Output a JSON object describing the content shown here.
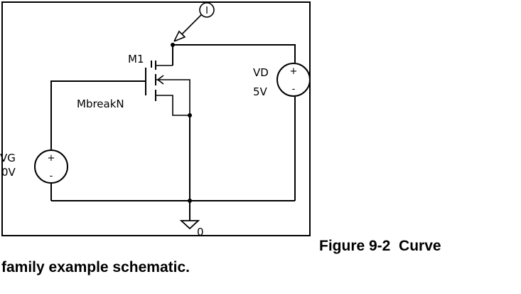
{
  "schematic": {
    "mosfet": {
      "refdes": "M1",
      "model": "MbreakN"
    },
    "vd_source": {
      "name": "VD",
      "value": "5V",
      "plus": "+",
      "minus": "-"
    },
    "vg_source": {
      "name": "VG",
      "value": "0V",
      "plus": "+",
      "minus": "-"
    },
    "current_probe": {
      "symbol": "I"
    },
    "ground": {
      "label": "0"
    }
  },
  "caption": {
    "line1": "Figure 9-2  Curve",
    "line2": "family example schematic."
  }
}
